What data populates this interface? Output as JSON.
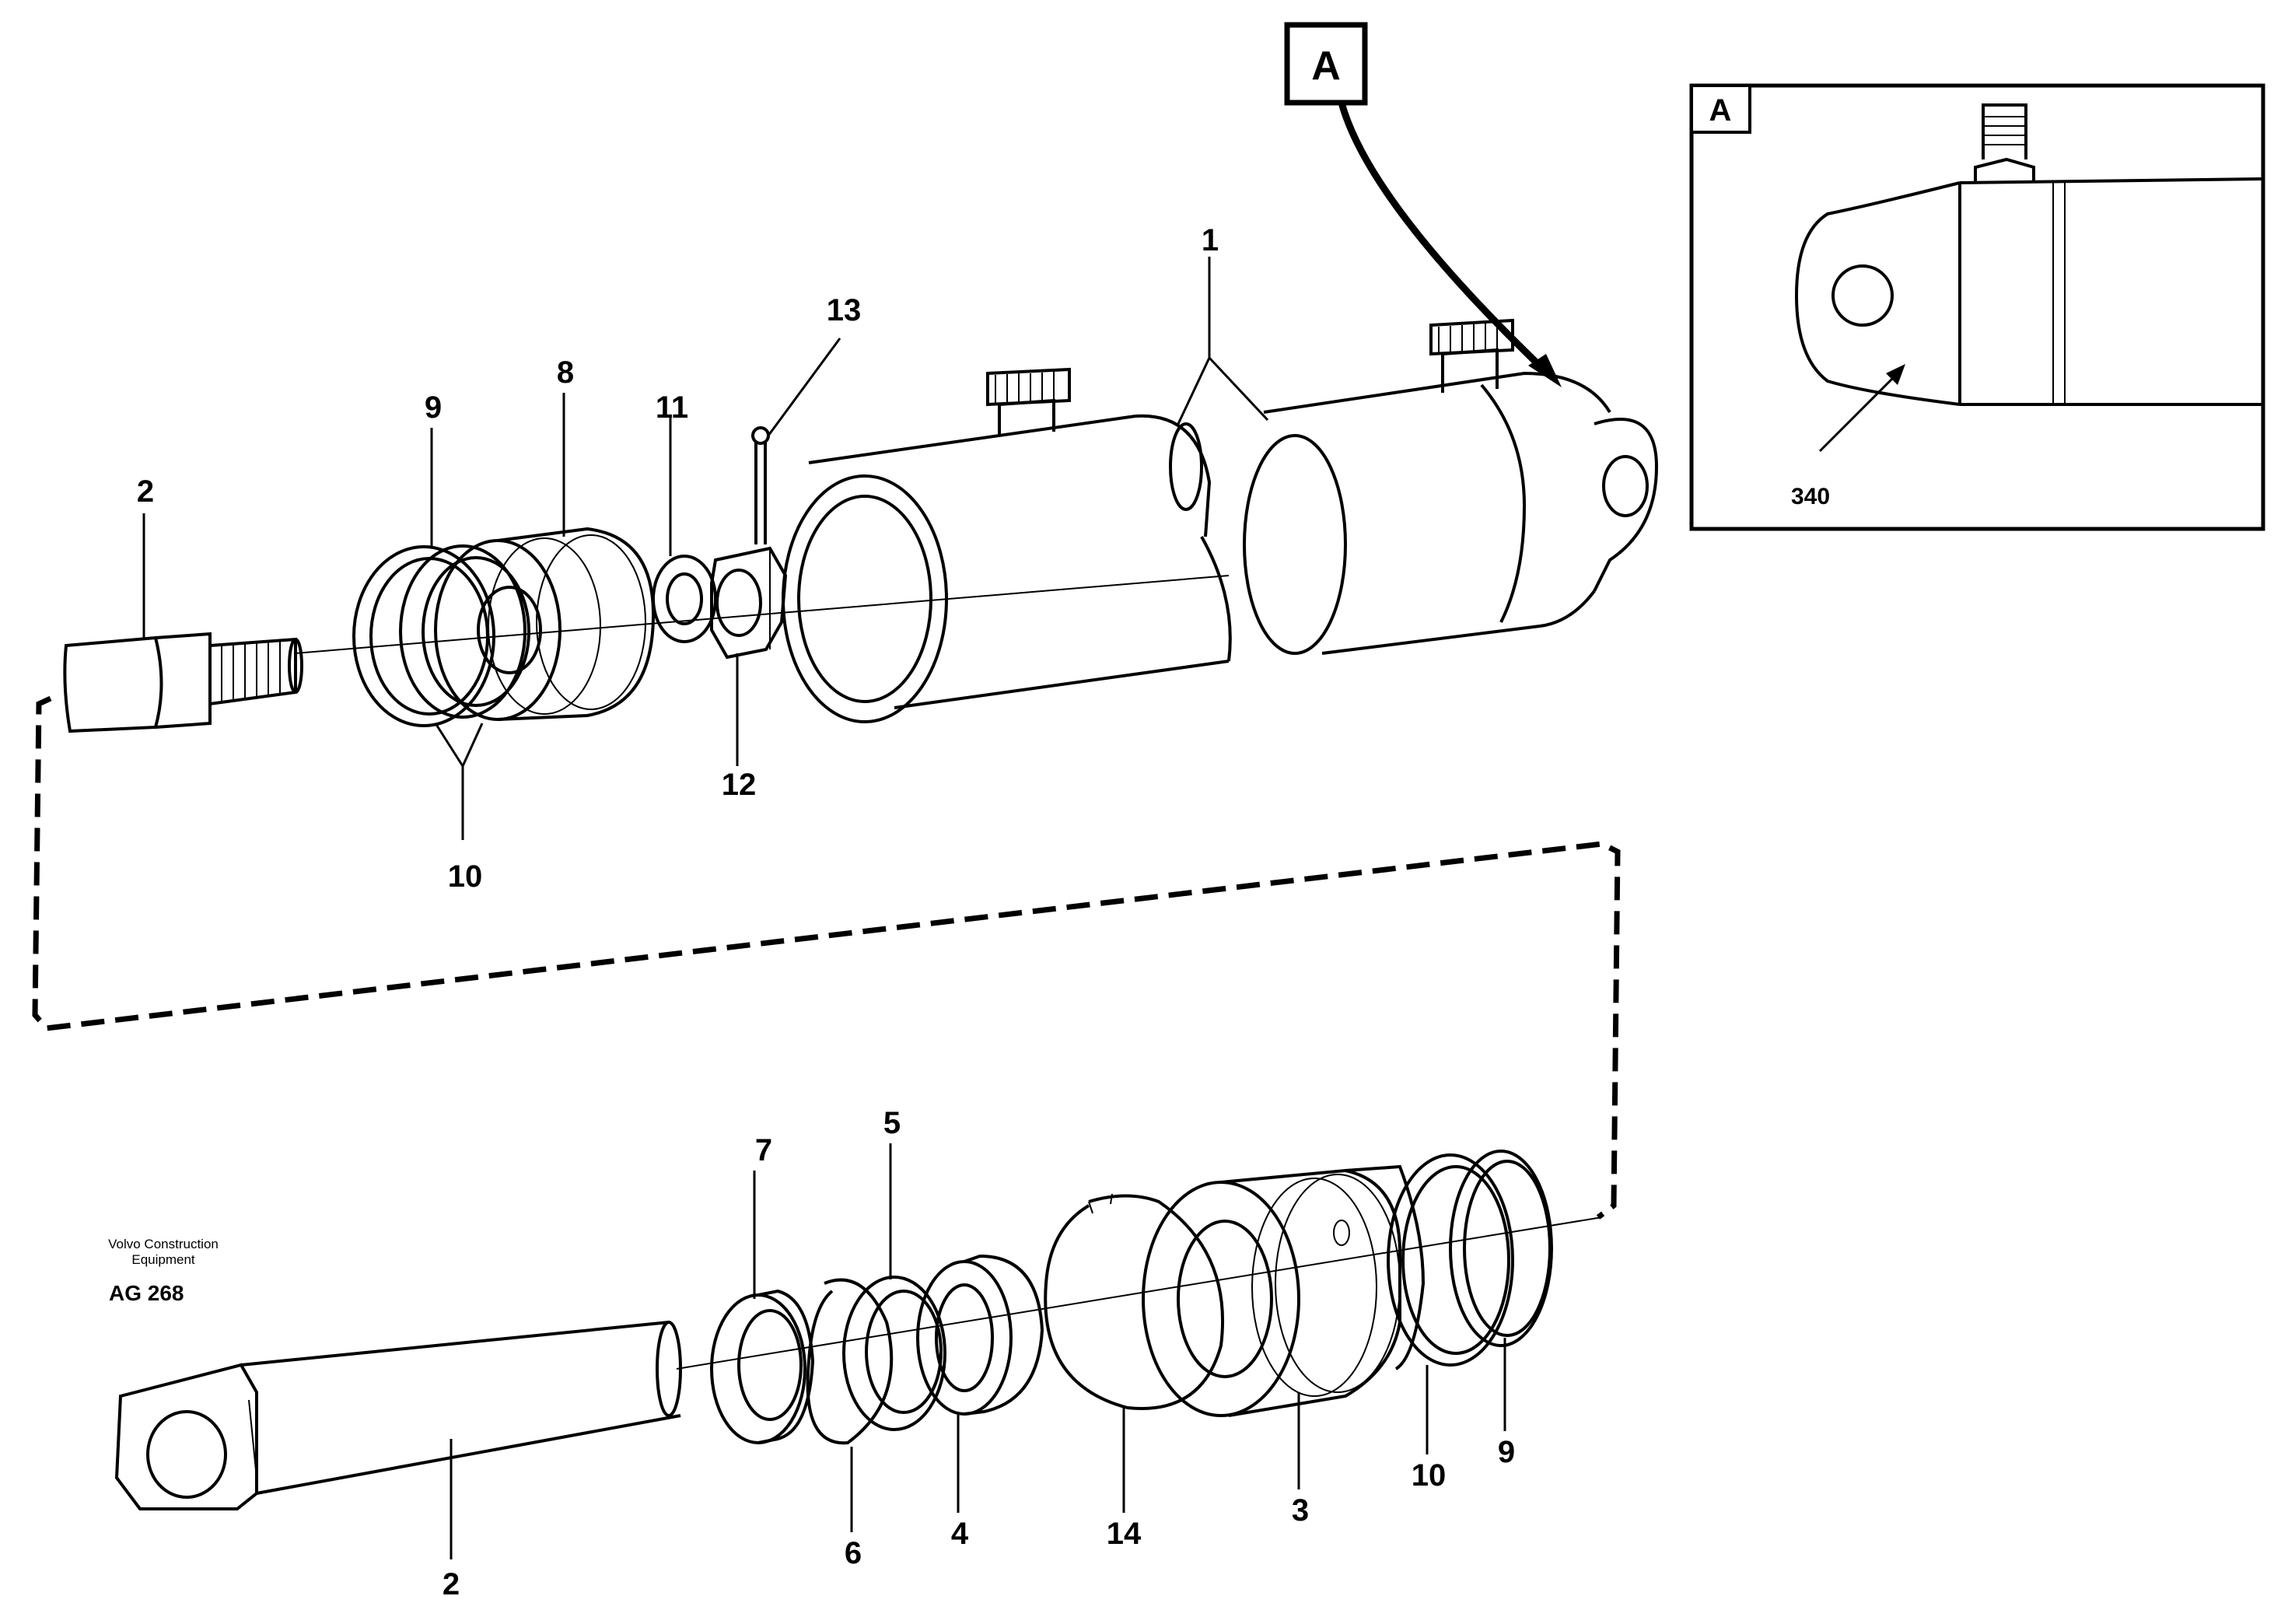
{
  "callout": {
    "letter": "A"
  },
  "detail": {
    "letter": "A",
    "number": "340"
  },
  "brand": {
    "line1": "Volvo Construction",
    "line2": "Equipment",
    "code": "AG 268"
  },
  "top_labels": {
    "part_1": "1",
    "part_2": "2",
    "part_8": "8",
    "part_9": "9",
    "part_10": "10",
    "part_11": "11",
    "part_12": "12",
    "part_13": "13"
  },
  "bottom_labels": {
    "part_2": "2",
    "part_3": "3",
    "part_4": "4",
    "part_5": "5",
    "part_6": "6",
    "part_7": "7",
    "part_9": "9",
    "part_10": "10",
    "part_14": "14"
  }
}
